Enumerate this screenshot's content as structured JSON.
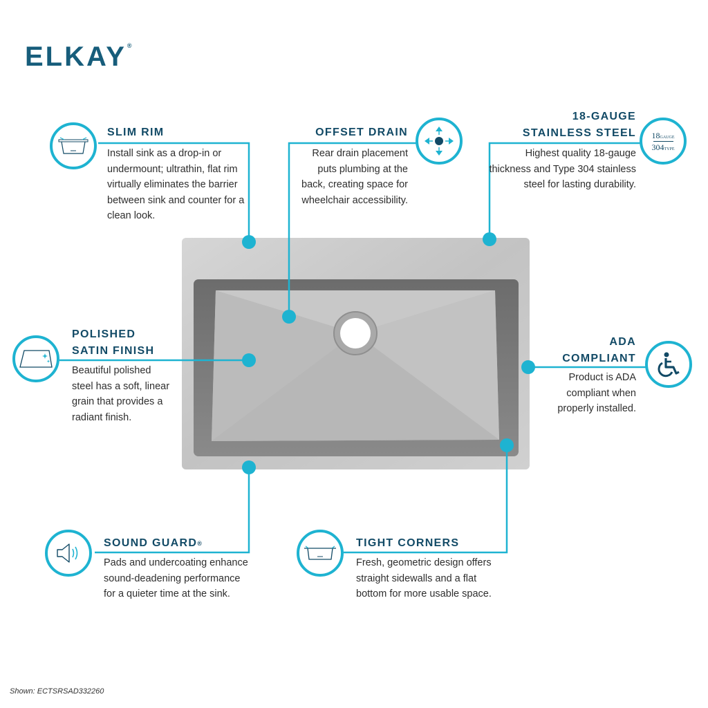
{
  "brand": {
    "logo": "ELKAY",
    "registered": "®"
  },
  "features": {
    "slim_rim": {
      "title": "SLIM RIM",
      "lines": [
        "Install sink as a drop-in or",
        "undermount; ultrathin, flat rim",
        "virtually eliminates the barrier",
        "between sink and counter for a",
        "clean look."
      ],
      "icon": "rim-profile-icon"
    },
    "offset_drain": {
      "title": "OFFSET DRAIN",
      "lines": [
        "Rear drain placement",
        "puts plumbing at the",
        "back, creating space for",
        "wheelchair accessibility."
      ],
      "icon": "drain-arrows-icon"
    },
    "gauge_steel": {
      "title_line1": "18-GAUGE",
      "title_line2": "STAINLESS STEEL",
      "lines": [
        "Highest quality 18-gauge",
        "thickness and Type 304 stainless",
        "steel for lasting durability."
      ],
      "icon": "gauge-type-icon",
      "icon_gauge_num": "18",
      "icon_gauge_word": "GAUGE",
      "icon_type_num": "304",
      "icon_type_word": "TYPE"
    },
    "satin_finish": {
      "title_line1": "POLISHED",
      "title_line2": "SATIN FINISH",
      "lines": [
        "Beautiful polished",
        "steel has a soft, linear",
        "grain that provides a",
        "radiant finish."
      ],
      "icon": "sparkle-surface-icon"
    },
    "ada": {
      "title_line1": "ADA",
      "title_line2": "COMPLIANT",
      "lines": [
        "Product is ADA",
        "compliant when",
        "properly installed."
      ],
      "icon": "wheelchair-icon"
    },
    "sound_guard": {
      "title": "SOUND GUARD",
      "title_reg": "®",
      "lines": [
        "Pads and undercoating enhance",
        "sound-deadening performance",
        "for a quieter time at the sink."
      ],
      "icon": "speaker-icon"
    },
    "tight_corners": {
      "title": "TIGHT CORNERS",
      "lines": [
        "Fresh, geometric design offers",
        "straight sidewalls and a flat",
        "bottom for more usable space."
      ],
      "icon": "basin-profile-icon"
    }
  },
  "footer": "Shown: ECTSRSAD332260",
  "colors": {
    "accent": "#1eb3d1",
    "title": "#124a66",
    "logo": "#175d7b",
    "text": "#2e2e2e"
  }
}
